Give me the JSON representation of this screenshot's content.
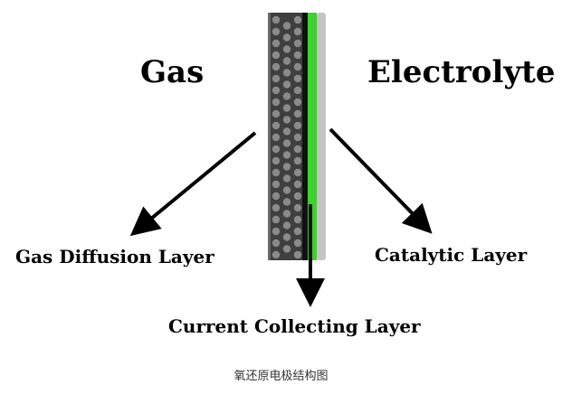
{
  "labels": {
    "gas": "Gas",
    "electrolyte": "Electrolyte",
    "gas_diffusion_layer": "Gas Diffusion Layer",
    "catalytic_layer": "Catalytic Layer",
    "current_collecting_layer": "Current Collecting Layer"
  },
  "caption": "氧还原电极结构图",
  "colors": {
    "diffusion_layer": "#3f3f3f",
    "pore_dot": "#8a8a8a",
    "collector_band": "#111111",
    "catalytic_layer": "#3fd12d",
    "electrolyte_side": "#c4c4c4",
    "arrow": "#000000"
  }
}
